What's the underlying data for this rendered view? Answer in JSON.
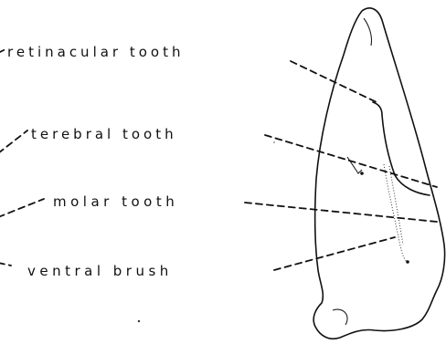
{
  "labels": {
    "retinacular": "retinacular tooth",
    "terebral": "terebral tooth",
    "molar": "molar tooth",
    "ventral": "ventral brush"
  },
  "colors": {
    "ink": "#111111",
    "background": "#ffffff"
  }
}
